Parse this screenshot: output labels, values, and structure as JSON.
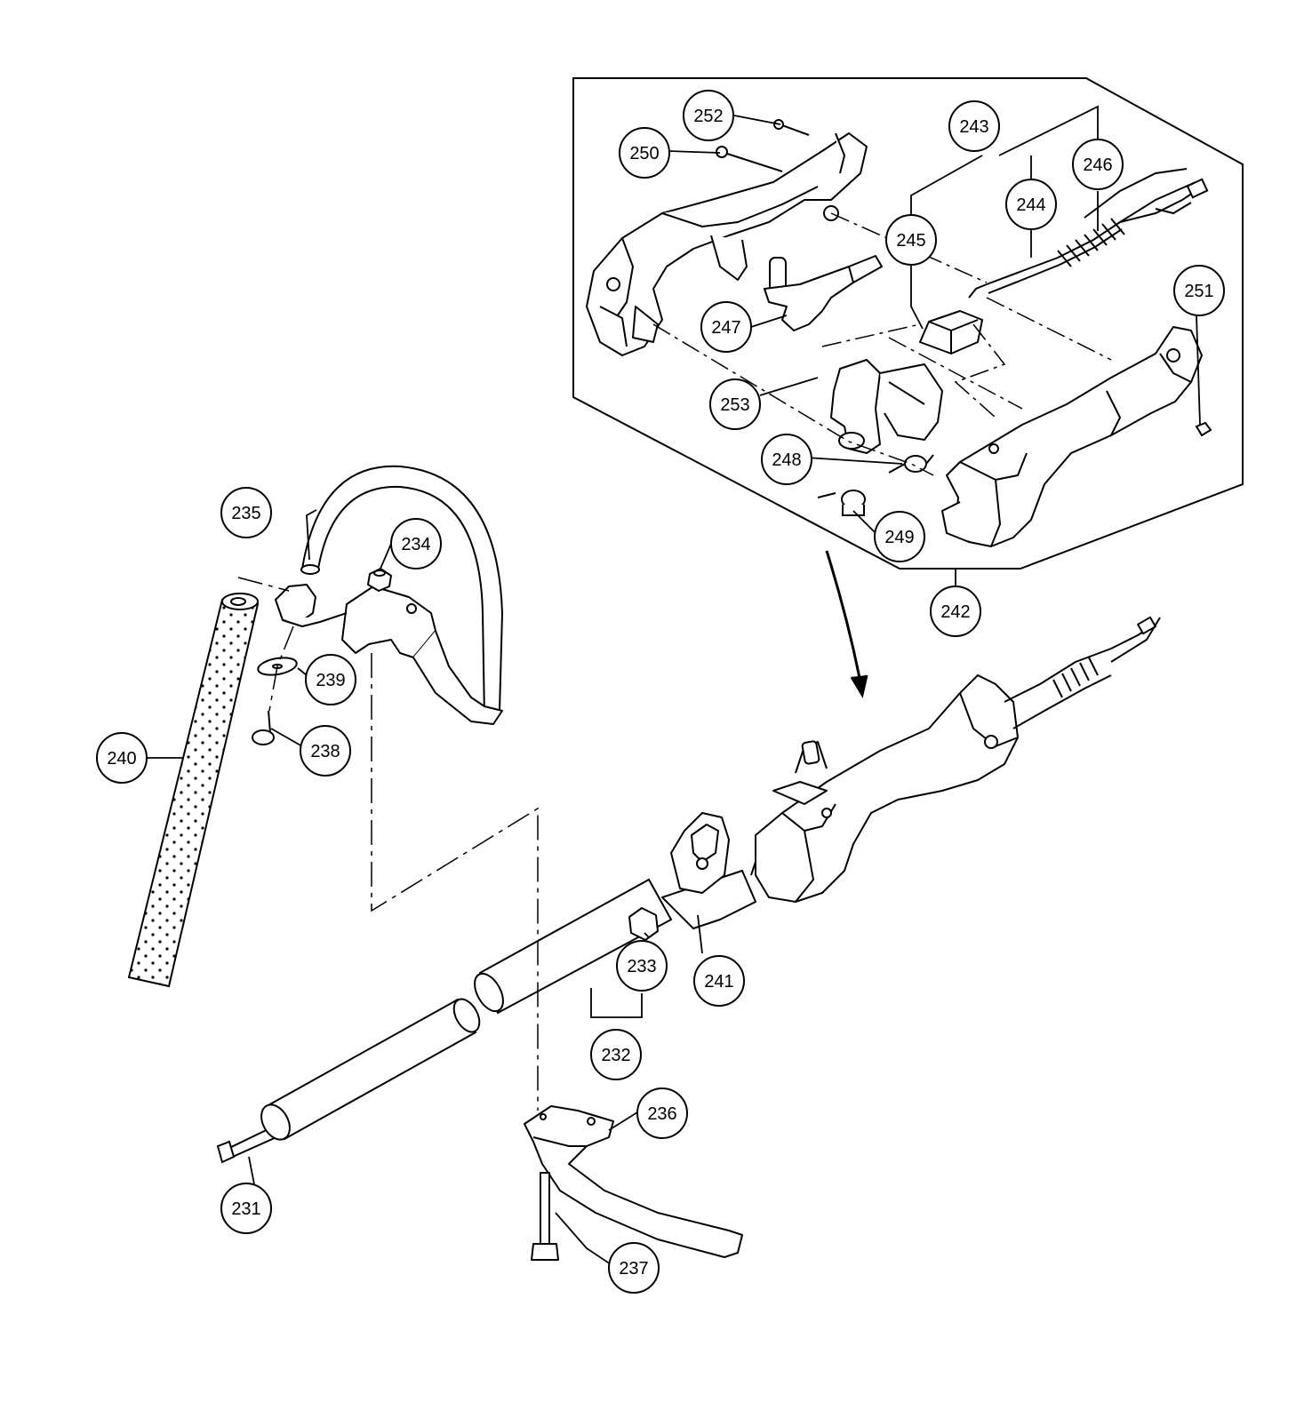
{
  "diagram": {
    "callouts": [
      {
        "label": "231"
      },
      {
        "label": "232"
      },
      {
        "label": "233"
      },
      {
        "label": "234"
      },
      {
        "label": "235"
      },
      {
        "label": "236"
      },
      {
        "label": "237"
      },
      {
        "label": "238"
      },
      {
        "label": "239"
      },
      {
        "label": "240"
      },
      {
        "label": "241"
      },
      {
        "label": "242"
      },
      {
        "label": "243"
      },
      {
        "label": "244"
      },
      {
        "label": "245"
      },
      {
        "label": "246"
      },
      {
        "label": "247"
      },
      {
        "label": "248"
      },
      {
        "label": "249"
      },
      {
        "label": "250"
      },
      {
        "label": "251"
      },
      {
        "label": "252"
      },
      {
        "label": "253"
      }
    ]
  }
}
